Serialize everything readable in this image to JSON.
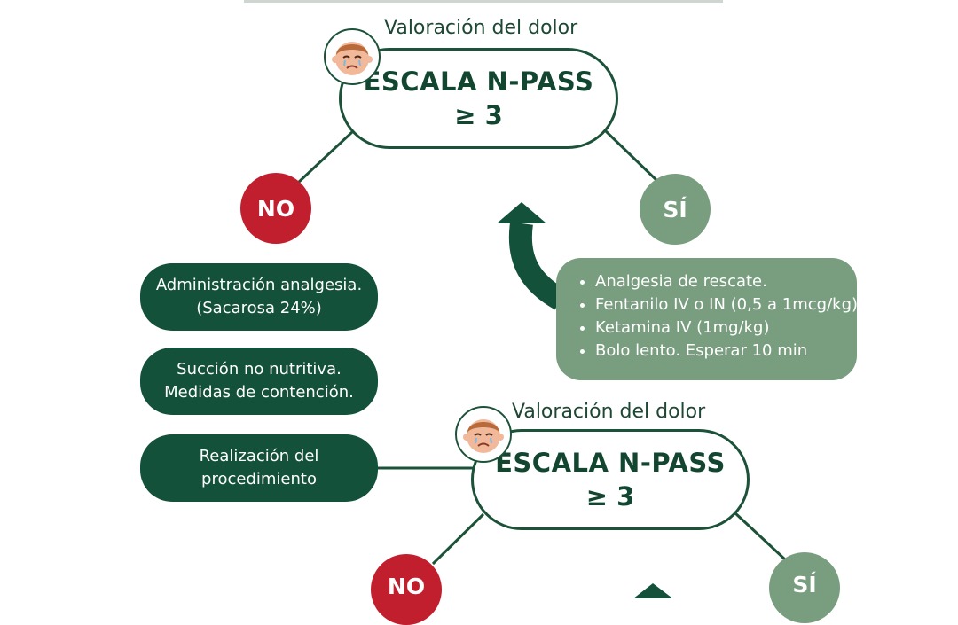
{
  "top": {
    "label": "Valoración del dolor",
    "scale_name": "ESCALA N-PASS",
    "scale_condition": "≥ 3",
    "no_label": "NO",
    "yes_label": "SÍ"
  },
  "no_branch_steps": [
    {
      "line1": "Administración analgesia.",
      "line2": "(Sacarosa 24%)"
    },
    {
      "line1": "Succión no nutritiva.",
      "line2": "Medidas de contención."
    },
    {
      "line1": "Realización del",
      "line2": "procedimiento"
    }
  ],
  "rescue_box": {
    "items": [
      "Analgesia de rescate.",
      "Fentanilo IV o IN (0,5 a 1mcg/kg)",
      "Ketamina IV (1mg/kg)",
      "Bolo lento. Esperar 10 min"
    ]
  },
  "second": {
    "label": "Valoración del dolor",
    "scale_name": "ESCALA N-PASS",
    "scale_condition": "≥ 3",
    "no_label": "NO",
    "yes_label": "SÍ"
  },
  "colors": {
    "dark_green": "#14513a",
    "sage_green": "#789e7f",
    "red": "#c11e2e"
  },
  "icons": {
    "face": "crying-baby-face-icon"
  }
}
